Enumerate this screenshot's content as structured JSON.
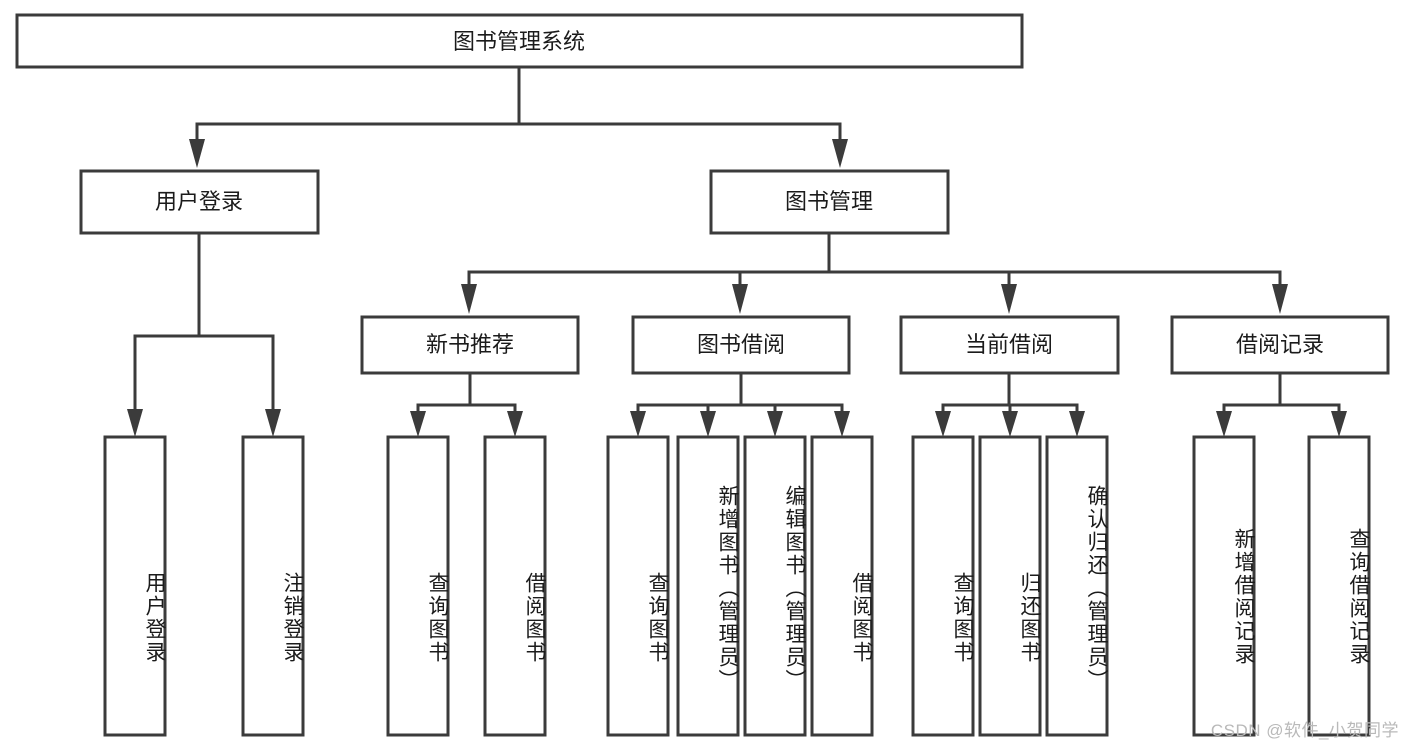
{
  "diagram": {
    "type": "tree-hierarchy",
    "title": "图书管理系统",
    "root": {
      "id": "root",
      "label": "图书管理系统",
      "orientation": "horizontal"
    },
    "level2": [
      {
        "id": "user-login",
        "label": "用户登录",
        "orientation": "horizontal"
      },
      {
        "id": "book-management",
        "label": "图书管理",
        "orientation": "horizontal"
      }
    ],
    "level3": [
      {
        "id": "new-book-recommend",
        "label": "新书推荐",
        "orientation": "horizontal",
        "parent": "book-management"
      },
      {
        "id": "book-borrow",
        "label": "图书借阅",
        "orientation": "horizontal",
        "parent": "book-management"
      },
      {
        "id": "current-borrow",
        "label": "当前借阅",
        "orientation": "horizontal",
        "parent": "book-management"
      },
      {
        "id": "borrow-record",
        "label": "借阅记录",
        "orientation": "horizontal",
        "parent": "book-management"
      }
    ],
    "leaves": [
      {
        "id": "leaf-user-login",
        "label": "用户登录",
        "parent": "user-login"
      },
      {
        "id": "leaf-user-logout",
        "label": "注销登录",
        "parent": "user-login"
      },
      {
        "id": "leaf-query-book-1",
        "label": "查询图书",
        "parent": "new-book-recommend"
      },
      {
        "id": "leaf-borrow-book-1",
        "label": "借阅图书",
        "parent": "new-book-recommend"
      },
      {
        "id": "leaf-query-book-2",
        "label": "查询图书",
        "parent": "book-borrow"
      },
      {
        "id": "leaf-add-book",
        "label": "新增图书（管理员）",
        "parent": "book-borrow"
      },
      {
        "id": "leaf-edit-book",
        "label": "编辑图书（管理员）",
        "parent": "book-borrow"
      },
      {
        "id": "leaf-borrow-book-2",
        "label": "借阅图书",
        "parent": "book-borrow"
      },
      {
        "id": "leaf-query-book-3",
        "label": "查询图书",
        "parent": "current-borrow"
      },
      {
        "id": "leaf-return-book",
        "label": "归还图书",
        "parent": "current-borrow"
      },
      {
        "id": "leaf-confirm-return",
        "label": "确认归还（管理员）",
        "parent": "current-borrow"
      },
      {
        "id": "leaf-add-borrow-record",
        "label": "新增借阅记录",
        "parent": "borrow-record"
      },
      {
        "id": "leaf-query-borrow-record",
        "label": "查询借阅记录",
        "parent": "borrow-record"
      }
    ],
    "watermark": "CSDN @软件_小贺同学",
    "colors": {
      "stroke": "#3b3b3b",
      "fill": "#ffffff",
      "text": "#1b1b1b",
      "watermark": "#b9b9b9",
      "background": "#ffffff"
    }
  }
}
